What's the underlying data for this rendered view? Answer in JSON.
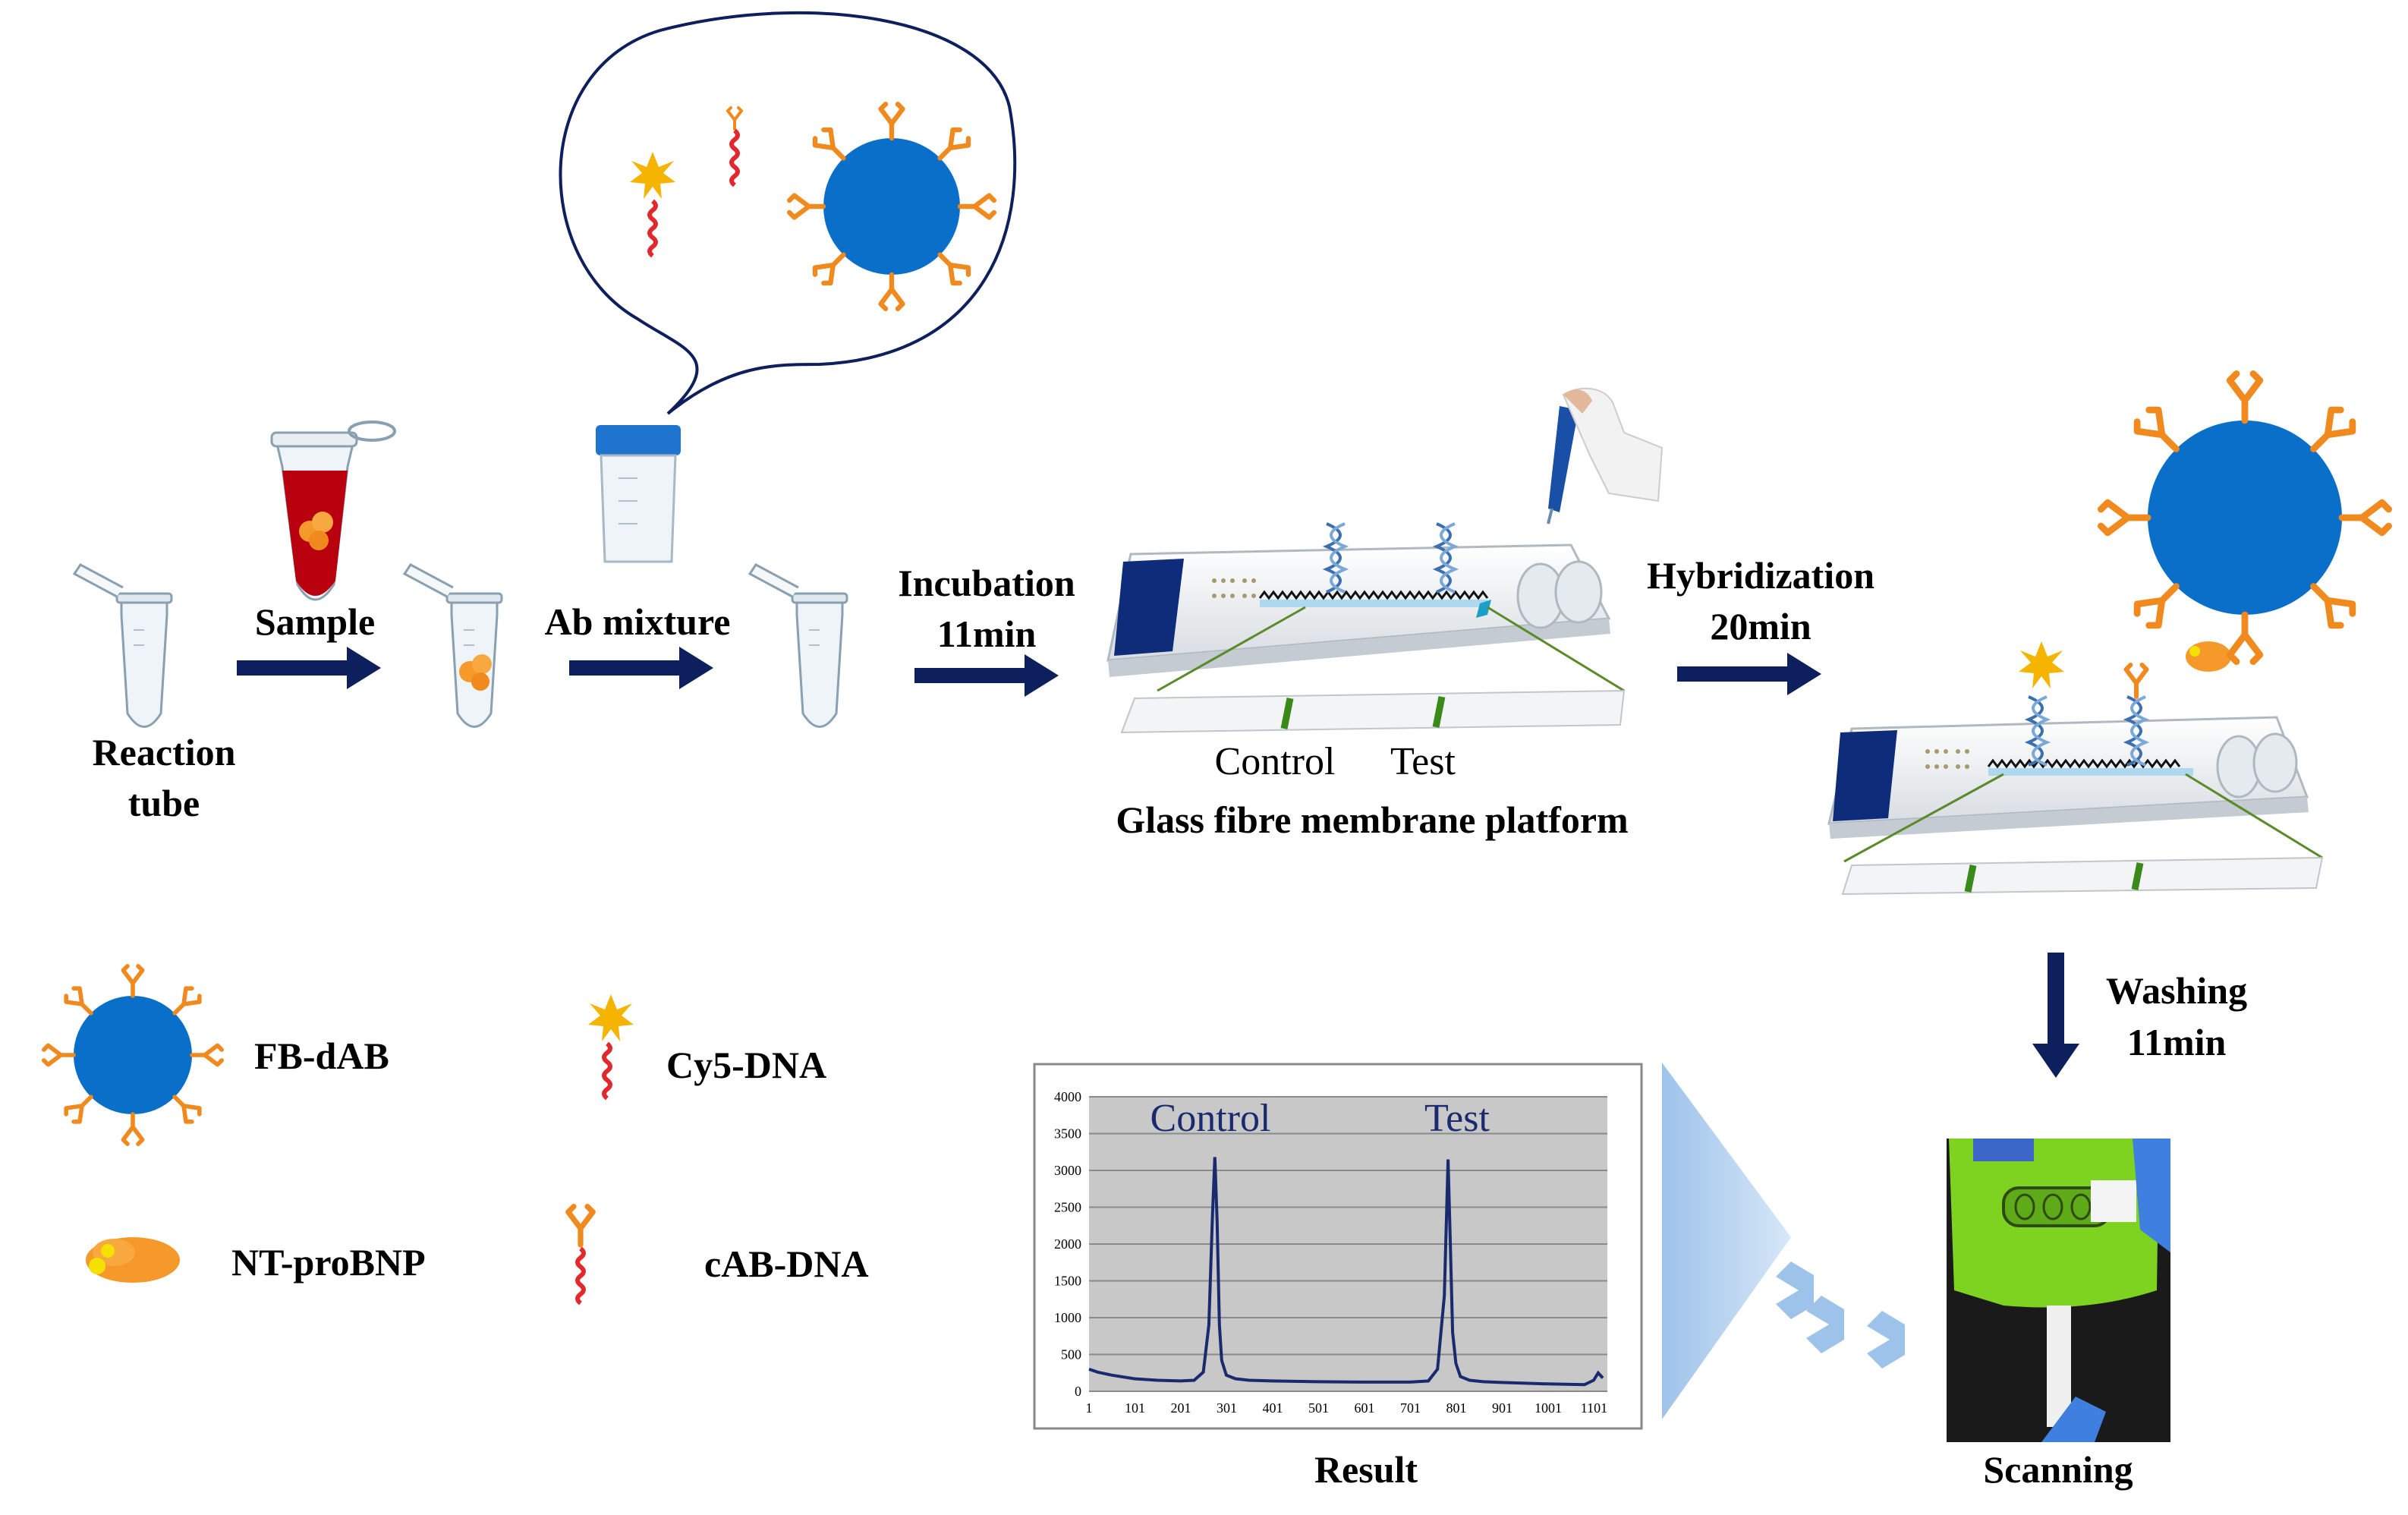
{
  "steps": {
    "reaction_tube": [
      "Reaction",
      "tube"
    ],
    "sample": "Sample",
    "ab_mixture": "Ab mixture",
    "incubation": [
      "Incubation",
      "11min"
    ],
    "hybridization": [
      "Hybridization",
      "20min"
    ],
    "washing": [
      "Washing",
      "11min"
    ],
    "scanning": "Scanning",
    "result": "Result"
  },
  "platform": {
    "control": "Control",
    "test": "Test",
    "title": "Glass fibre membrane platform"
  },
  "legend": {
    "fb_dab": "FB-dAB",
    "cy5_dna": "Cy5-DNA",
    "nt_probnp": "NT-proBNP",
    "cab_dna": "cAB-DNA"
  },
  "colors": {
    "arrow": "#0d1f5c",
    "bead": "#0a6fc9",
    "antibody": "#f08a1e",
    "dna": "#e0282d",
    "star": "#f5b400",
    "chart_line": "#1a2a6e",
    "chart_bg": "#c8c8c8",
    "scanner": "#7ed321"
  },
  "chart_data": {
    "type": "line",
    "annotations": [
      "Control",
      "Test"
    ],
    "xticks": [
      "1",
      "101",
      "201",
      "301",
      "401",
      "501",
      "601",
      "701",
      "801",
      "901",
      "1001",
      "1101"
    ],
    "yticks": [
      "0",
      "500",
      "1000",
      "1500",
      "2000",
      "2500",
      "3000",
      "3500",
      "4000"
    ],
    "xlim": [
      1,
      1130
    ],
    "ylim": [
      0,
      4000
    ],
    "grid": true,
    "series": [
      {
        "x": [
          1,
          20,
          50,
          100,
          150,
          200,
          230,
          250,
          262,
          270,
          275,
          280,
          285,
          290,
          300,
          320,
          350,
          400,
          500,
          600,
          700,
          740,
          760,
          775,
          783,
          788,
          793,
          800,
          810,
          830,
          860,
          900,
          1000,
          1080,
          1100,
          1110,
          1120
        ],
        "y": [
          300,
          260,
          220,
          170,
          150,
          140,
          150,
          260,
          900,
          2400,
          3180,
          2300,
          900,
          420,
          220,
          170,
          150,
          140,
          130,
          125,
          125,
          140,
          300,
          1300,
          3150,
          2000,
          800,
          380,
          200,
          150,
          130,
          120,
          100,
          90,
          150,
          250,
          180
        ]
      }
    ]
  }
}
